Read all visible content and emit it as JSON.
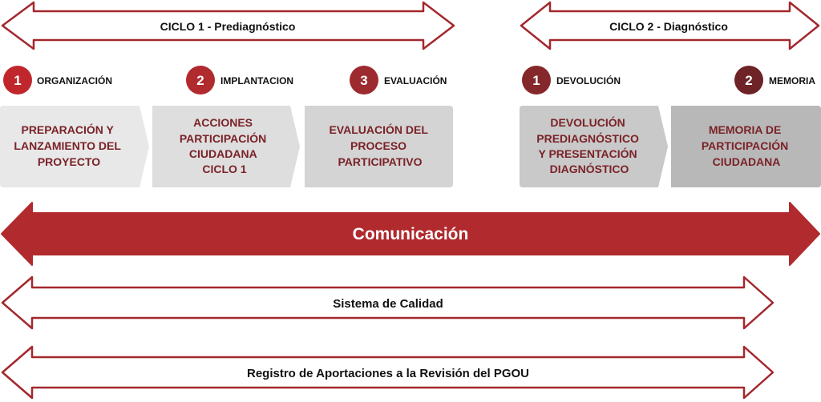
{
  "cycles": [
    {
      "title": "CICLO 1 - Prediagnóstico"
    },
    {
      "title": "CICLO 2 - Diagnóstico"
    }
  ],
  "steps": [
    {
      "number": "1",
      "label": "ORGANIZACIÓN",
      "color": "#c0272d"
    },
    {
      "number": "2",
      "label": "IMPLANTACION",
      "color": "#b02a2e"
    },
    {
      "number": "3",
      "label": "EVALUACIÓN",
      "color": "#9c2a2f"
    },
    {
      "number": "1",
      "label": "DEVOLUCIÓN",
      "color": "#84282b"
    },
    {
      "number": "2",
      "label": "MEMORIA",
      "color": "#6e2326"
    }
  ],
  "boxes": [
    {
      "lines": [
        "PREPARACIÓN Y",
        "LANZAMIENTO DEL",
        "PROYECTO"
      ],
      "fill": "#e8e8e8"
    },
    {
      "lines": [
        "ACCIONES",
        "PARTICIPACIÓN",
        "CIUDADANA",
        "CICLO 1"
      ],
      "fill": "#dedede"
    },
    {
      "lines": [
        "EVALUACIÓN DEL",
        "PROCESO",
        "PARTICIPATIVO"
      ],
      "fill": "#d4d4d4"
    },
    {
      "lines": [
        "DEVOLUCIÓN",
        "PREDIAGNÓSTICO",
        "Y PRESENTACIÓN",
        "DIAGNÓSTICO"
      ],
      "fill": "#c9c9c9"
    },
    {
      "lines": [
        "MEMORIA DE",
        "PARTICIPACIÓN",
        "CIUDADANA"
      ],
      "fill": "#b8b8b8"
    }
  ],
  "bands": {
    "communication": "Comunicación",
    "quality": "Sistema de Calidad",
    "registry": "Registro de Aportaciones  a la Revisión del PGOU"
  },
  "colors": {
    "accent": "#b02a2e",
    "box_text": "#7a2228",
    "arrow_stroke": "#a3282d"
  }
}
